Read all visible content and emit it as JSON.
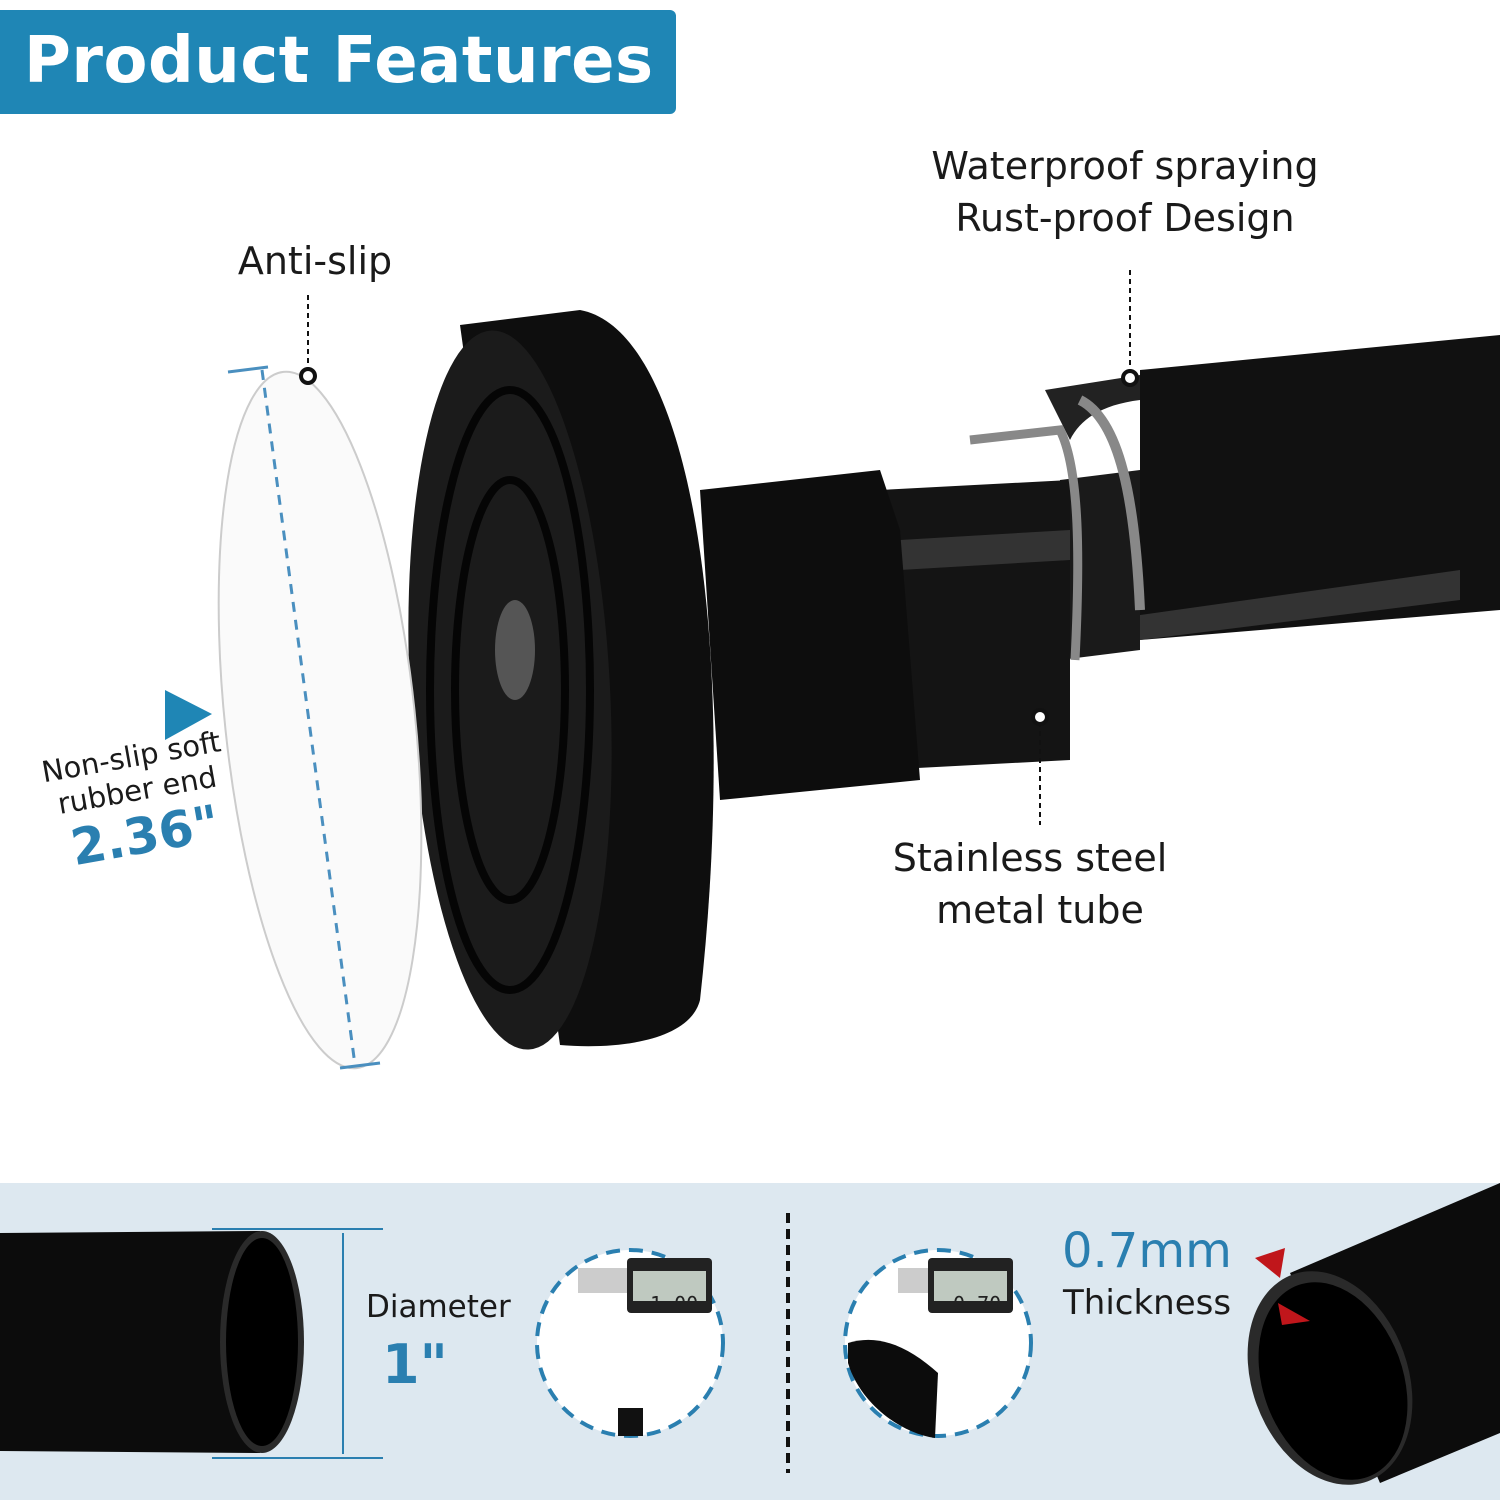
{
  "header": {
    "title": "Product Features"
  },
  "callouts": {
    "anti_slip": "Anti-slip",
    "waterproof_line1": "Waterproof spraying",
    "waterproof_line2": "Rust-proof Design",
    "tube_line1": "Stainless steel",
    "tube_line2": "metal tube",
    "rubber_line1": "Non-slip soft",
    "rubber_line2": "rubber end",
    "rubber_size": "2.36\""
  },
  "specs": {
    "diameter_label": "Diameter",
    "diameter_value": "1\"",
    "caliper1_reading": "1.00",
    "caliper2_reading": "0.70",
    "thickness_value": "0.7mm",
    "thickness_label": "Thickness"
  },
  "colors": {
    "accent": "#1f86b5",
    "panel": "#dde8f0",
    "marker": "#c0161b"
  }
}
